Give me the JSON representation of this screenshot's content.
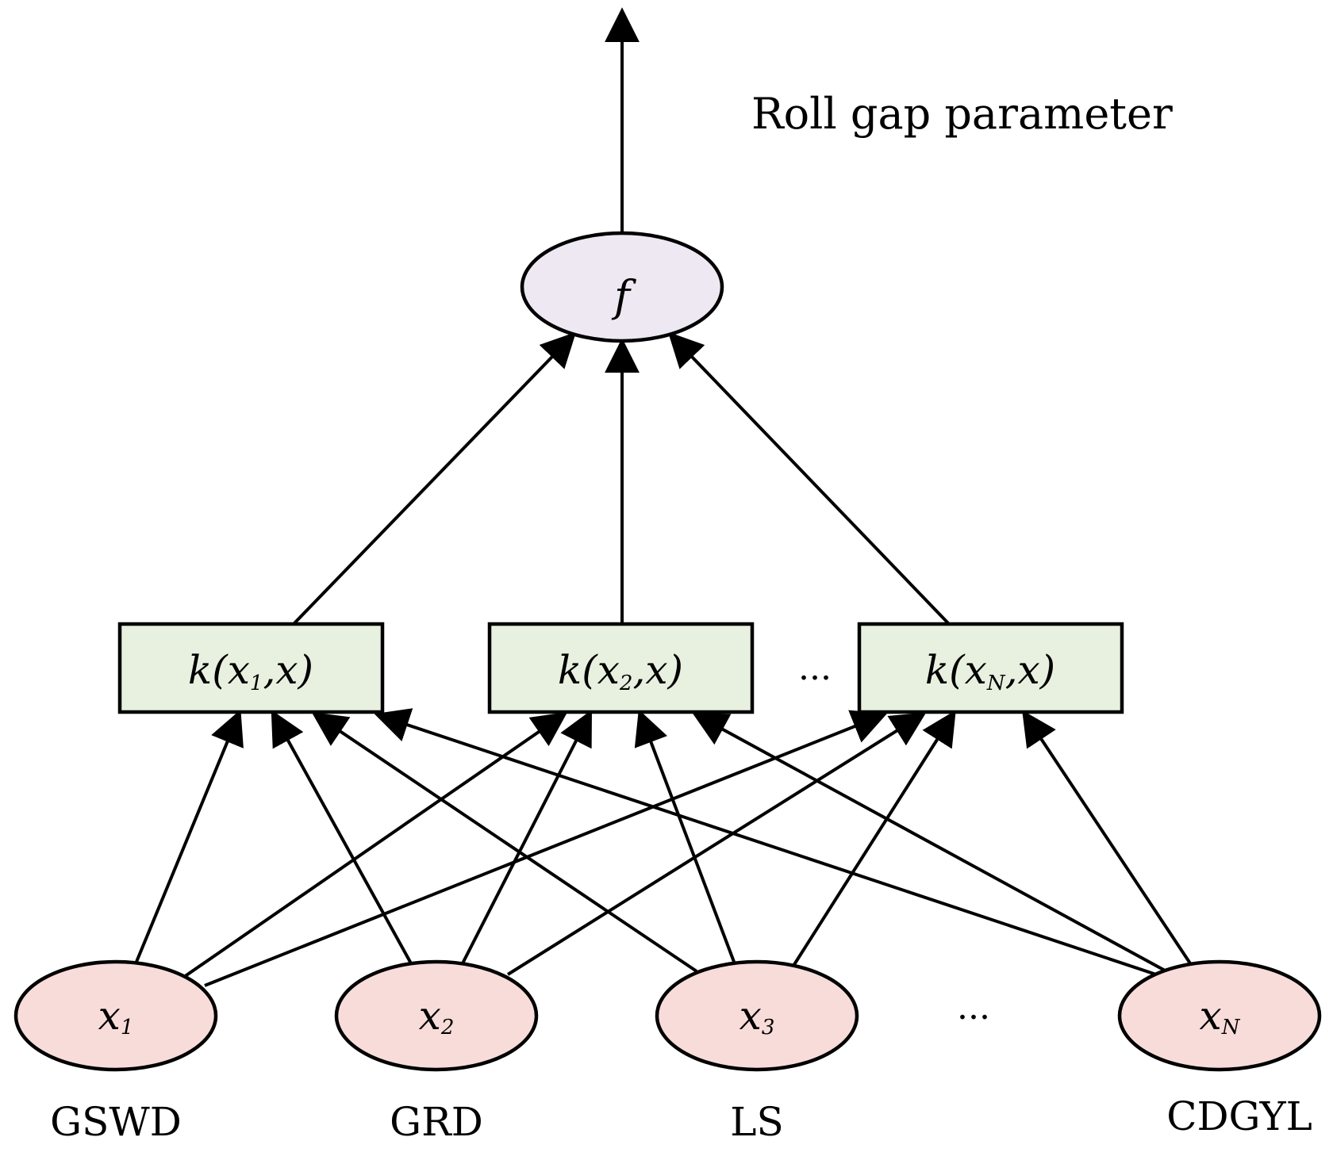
{
  "output": {
    "label": "Roll gap parameter",
    "node_symbol": "f",
    "fill": "#ede8f2"
  },
  "kernels": [
    {
      "id": "k1",
      "prefix": "k(x",
      "sub": "1",
      "suffix": ",x)"
    },
    {
      "id": "k2",
      "prefix": "k(x",
      "sub": "2",
      "suffix": ",x)"
    },
    {
      "id": "kN",
      "prefix": "k(x",
      "sub": "N",
      "suffix": ",x)"
    }
  ],
  "kernel_ellipsis": "...",
  "kernel_fill": "#e8f0df",
  "inputs": [
    {
      "id": "x1",
      "symbol": "x",
      "sub": "1",
      "name": "GSWD"
    },
    {
      "id": "x2",
      "symbol": "x",
      "sub": "2",
      "name": "GRD"
    },
    {
      "id": "x3",
      "symbol": "x",
      "sub": "3",
      "name": "LS"
    },
    {
      "id": "xN",
      "symbol": "x",
      "sub": "N",
      "name": "CDGYL"
    }
  ],
  "input_ellipsis": "...",
  "input_fill": "#f8dcd9",
  "edges": [
    {
      "from": "x1",
      "to": "k1"
    },
    {
      "from": "x1",
      "to": "k2"
    },
    {
      "from": "x1",
      "to": "kN"
    },
    {
      "from": "x2",
      "to": "k1"
    },
    {
      "from": "x2",
      "to": "k2"
    },
    {
      "from": "x2",
      "to": "kN"
    },
    {
      "from": "x3",
      "to": "k1"
    },
    {
      "from": "x3",
      "to": "k2"
    },
    {
      "from": "x3",
      "to": "kN"
    },
    {
      "from": "xN",
      "to": "k1"
    },
    {
      "from": "xN",
      "to": "k2"
    },
    {
      "from": "xN",
      "to": "kN"
    },
    {
      "from": "k1",
      "to": "f"
    },
    {
      "from": "k2",
      "to": "f"
    },
    {
      "from": "kN",
      "to": "f"
    },
    {
      "from": "f",
      "to": "out"
    }
  ]
}
